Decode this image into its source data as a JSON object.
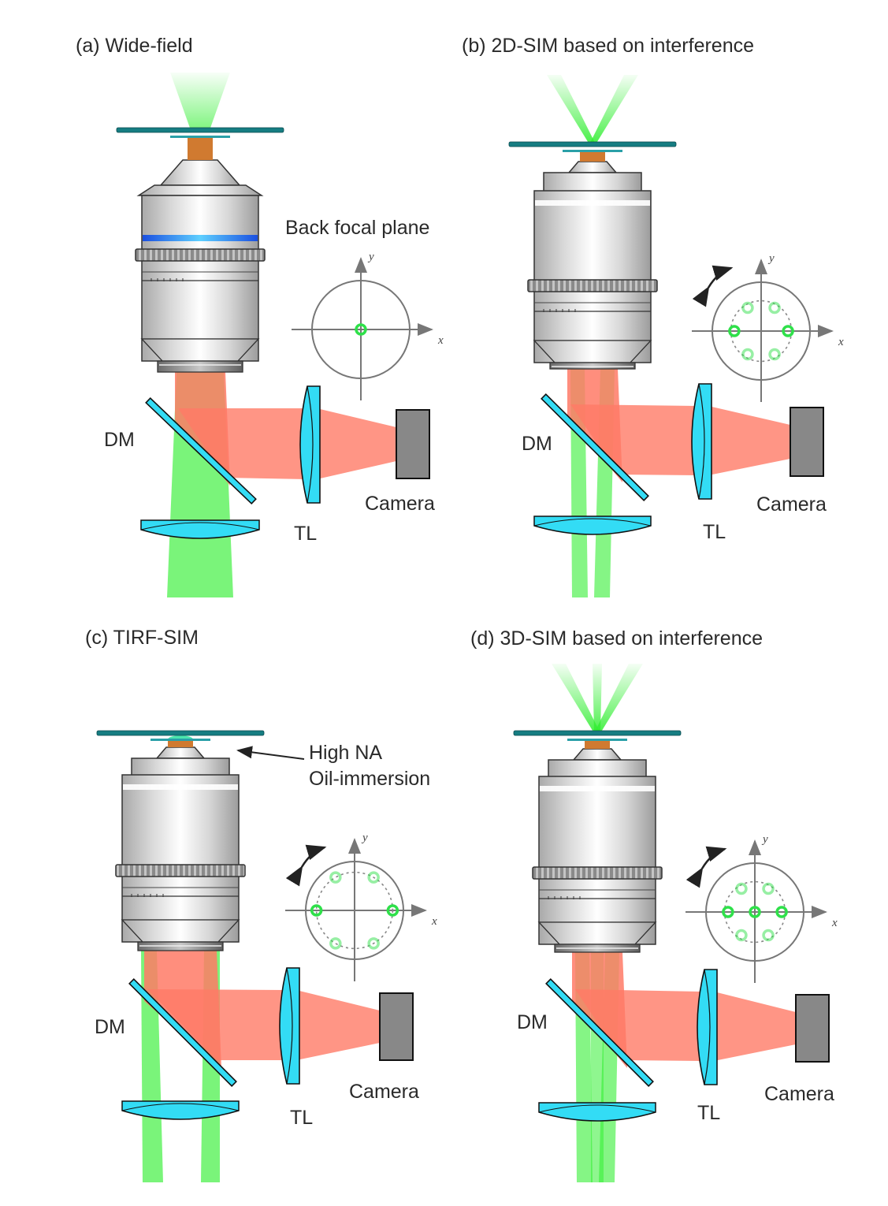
{
  "figure": {
    "colors": {
      "excitation_green": "#33ee33",
      "emission_red": "#ff7a66",
      "lens_cyan": "#33dcf5",
      "slide_teal": "#167d82",
      "camera_gray": "#888888",
      "immersion_orange": "#d07a30",
      "bfp_blue": "#1f62ff",
      "spot_green": "#2fe04a"
    },
    "panels": [
      {
        "id": "a",
        "title": "(a) Wide-field",
        "mode": "widefield",
        "bfp_label": "Back focal plane",
        "bfp_pattern": "center spot only",
        "bfp_spots": 1,
        "rotation_arrow": false,
        "labels": {
          "dm": "DM",
          "tl": "TL",
          "camera": "Camera"
        },
        "axis": {
          "x": "x",
          "y": "y"
        }
      },
      {
        "id": "b",
        "title": "(b) 2D-SIM based on interference",
        "mode": "2d-sim",
        "bfp_pattern": "two-beam (±1 orders), 3 orientations",
        "bfp_spots": 6,
        "rotation_arrow": true,
        "labels": {
          "dm": "DM",
          "tl": "TL",
          "camera": "Camera"
        },
        "axis": {
          "x": "x",
          "y": "y"
        }
      },
      {
        "id": "c",
        "title": "(c) TIRF-SIM",
        "mode": "tirf-sim",
        "callout": [
          "High NA",
          "Oil-immersion"
        ],
        "bfp_pattern": "spots at pupil edge, 3 orientations",
        "bfp_spots": 6,
        "rotation_arrow": true,
        "labels": {
          "dm": "DM",
          "tl": "TL",
          "camera": "Camera"
        },
        "axis": {
          "x": "x",
          "y": "y"
        }
      },
      {
        "id": "d",
        "title": "(d) 3D-SIM based on interference",
        "mode": "3d-sim",
        "bfp_pattern": "three-beam (0, ±1 orders), 3 orientations",
        "bfp_spots": 7,
        "rotation_arrow": true,
        "labels": {
          "dm": "DM",
          "tl": "TL",
          "camera": "Camera"
        },
        "axis": {
          "x": "x",
          "y": "y"
        }
      }
    ]
  }
}
